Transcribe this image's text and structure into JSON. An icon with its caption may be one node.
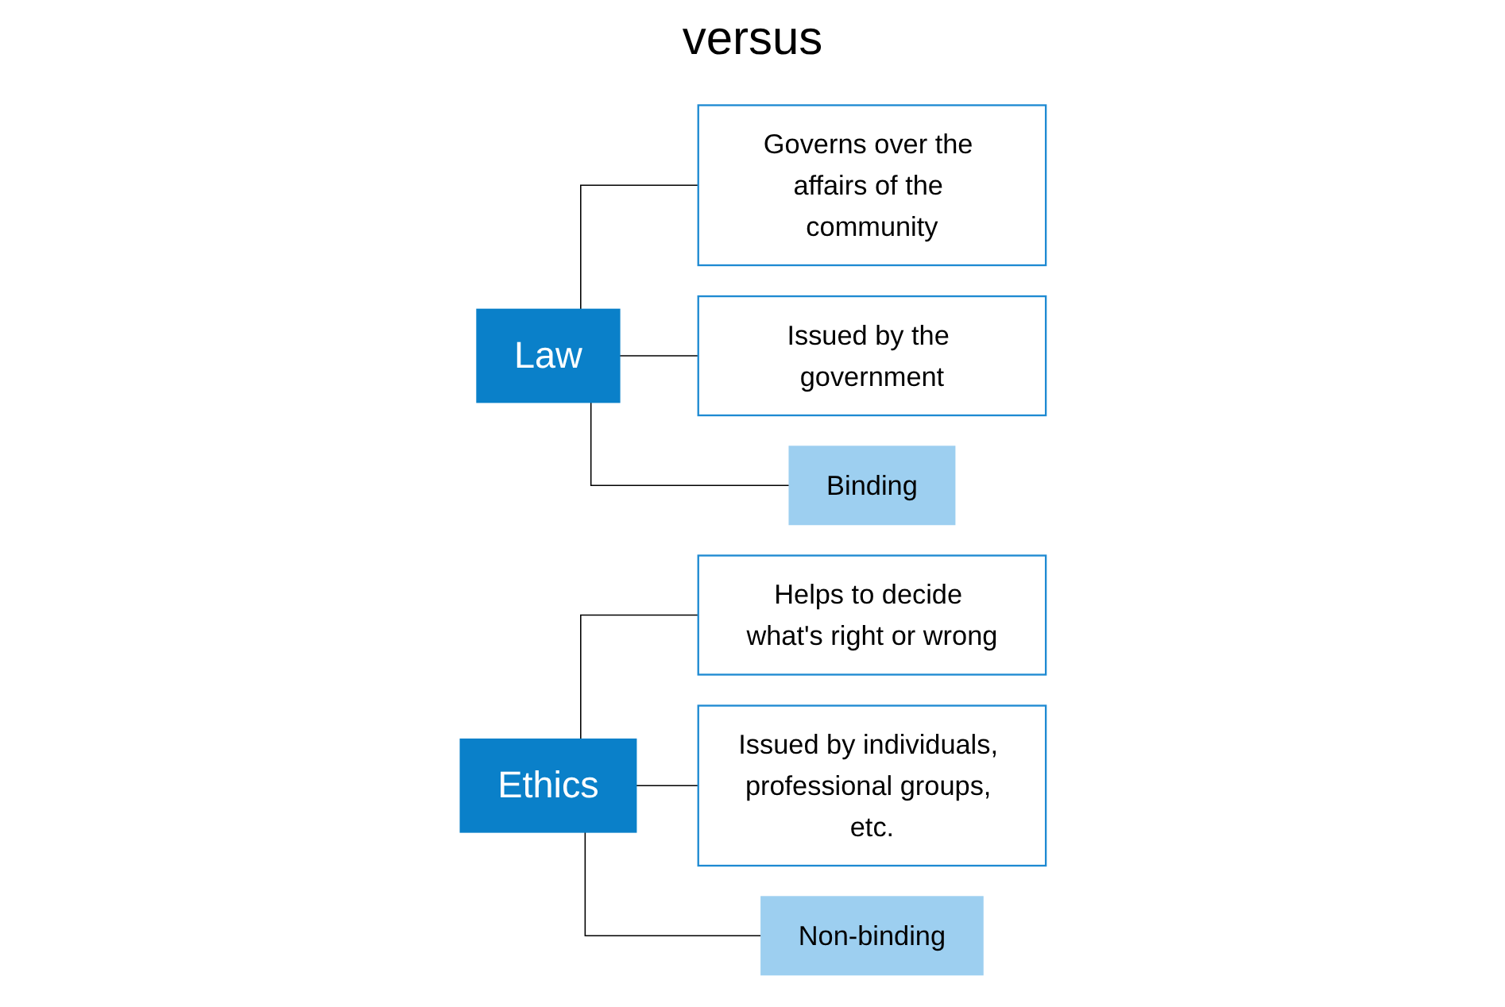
{
  "diagram": {
    "nodes": [
      {
        "text": [
          "Law"
        ]
      },
      {
        "text": [
          "Governs over the affairs of the community"
        ]
      },
      {
        "text": [
          "Issued by the government"
        ]
      },
      {
        "text": [
          "Binding"
        ]
      },
      {
        "text": [
          "Ethics"
        ]
      },
      {
        "text": [
          "Helps to decide what's right or wrong"
        ]
      },
      {
        "text": [
          "Issued by individuals, professional groups, etc."
        ]
      },
      {
        "text": [
          "Non-binding"
        ]
      }
    ],
    "edges": [
      {
        "from": 0,
        "to": 1,
        "arrow": "none"
      },
      {
        "from": 0,
        "to": 2,
        "arrow": "none"
      },
      {
        "from": 0,
        "to": 3,
        "arrow": "none"
      },
      {
        "from": 4,
        "to": 5,
        "arrow": "none"
      },
      {
        "from": 4,
        "to": 6,
        "arrow": "none"
      },
      {
        "from": 4,
        "to": 7,
        "arrow": "none"
      }
    ],
    "labels": [
      "versus"
    ]
  }
}
